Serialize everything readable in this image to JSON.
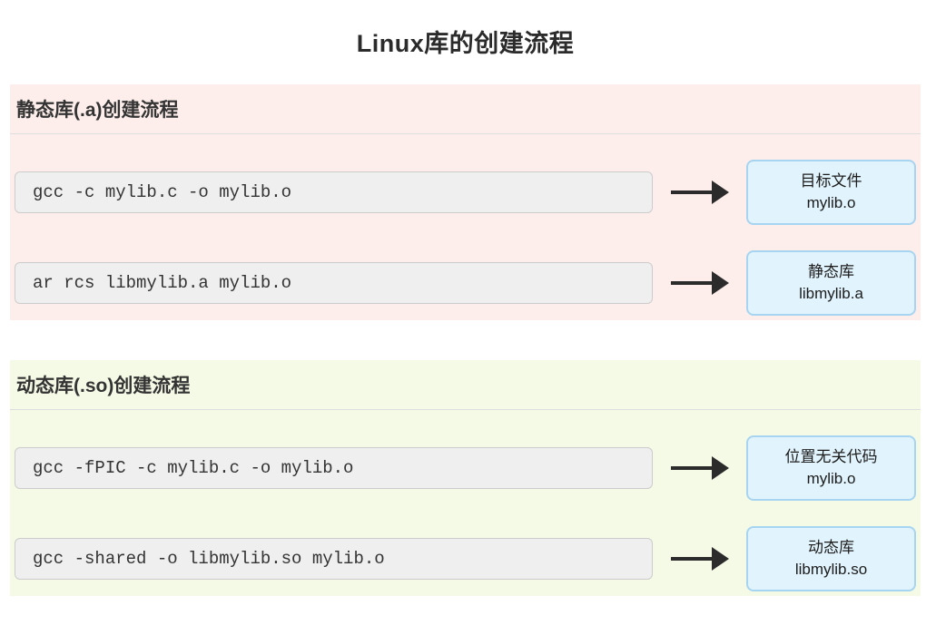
{
  "page": {
    "title": "Linux库的创建流程"
  },
  "colors": {
    "static_section_bg": "#fdeeeb",
    "dynamic_section_bg": "#f4fae6",
    "command_box_bg": "#efefef",
    "command_box_border": "#cccccc",
    "result_box_bg": "#e1f3fc",
    "result_box_border": "#a7d4f1",
    "arrow_color": "#2b2b2b",
    "divider_color": "#dedede"
  },
  "sections": [
    {
      "title": "静态库(.a)创建流程",
      "rows": [
        {
          "command": "gcc -c mylib.c -o mylib.o",
          "result_label": "目标文件",
          "result_file": "mylib.o"
        },
        {
          "command": "ar rcs libmylib.a mylib.o",
          "result_label": "静态库",
          "result_file": "libmylib.a"
        }
      ]
    },
    {
      "title": "动态库(.so)创建流程",
      "rows": [
        {
          "command": "gcc -fPIC -c mylib.c -o mylib.o",
          "result_label": "位置无关代码",
          "result_file": "mylib.o"
        },
        {
          "command": "gcc -shared -o libmylib.so mylib.o",
          "result_label": "动态库",
          "result_file": "libmylib.so"
        }
      ]
    }
  ]
}
